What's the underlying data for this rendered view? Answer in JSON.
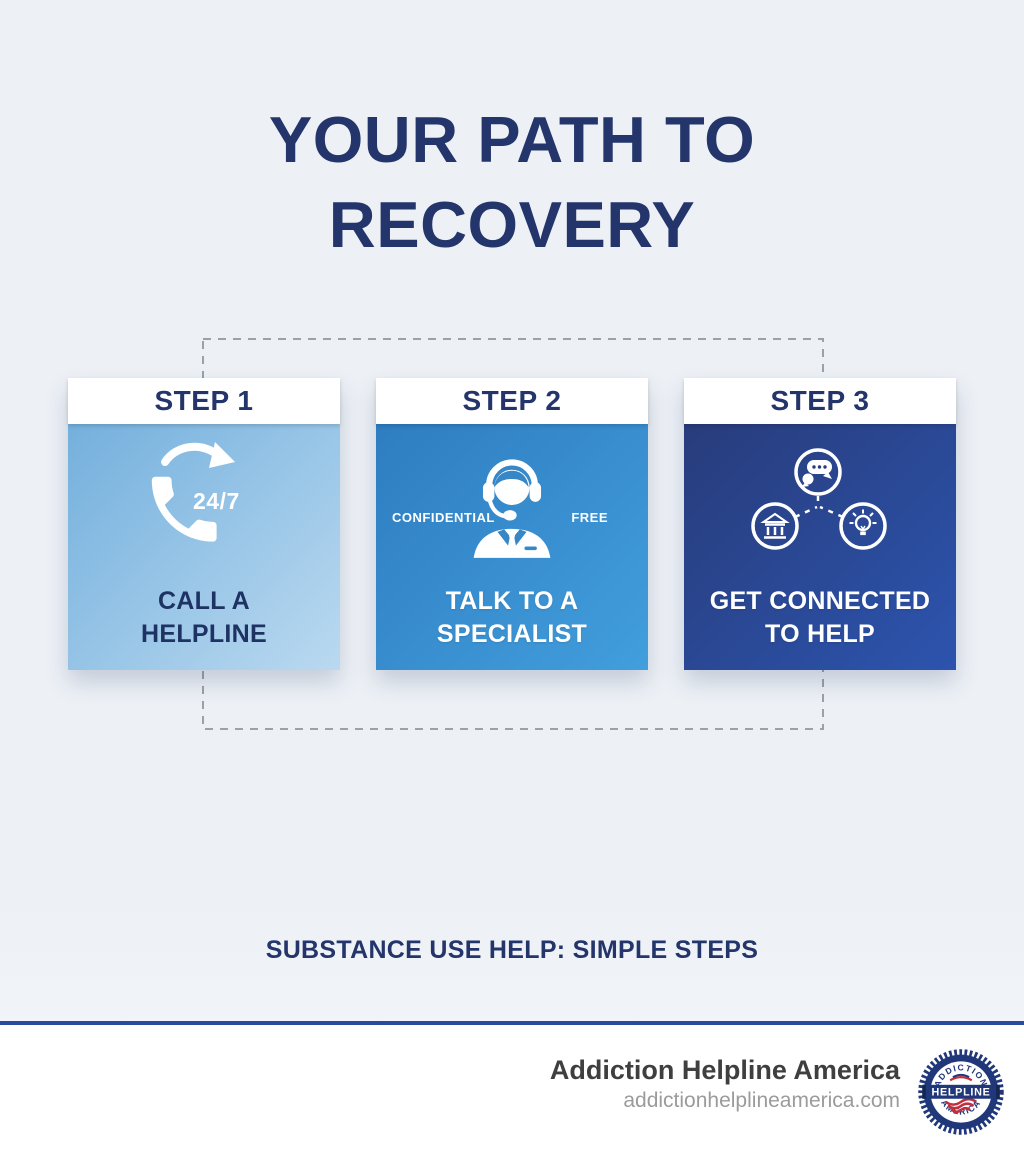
{
  "title": {
    "line1": "YOUR PATH TO",
    "line2": "RECOVERY"
  },
  "steps": [
    {
      "header": "STEP 1",
      "caption_line1": "CALL A",
      "caption_line2": "HELPLINE",
      "availability_badge": "24/7",
      "icon": "phone-with-circular-arrow-icon"
    },
    {
      "header": "STEP 2",
      "caption_line1": "TALK TO A",
      "caption_line2": "SPECIALIST",
      "tag_left": "CONFIDENTIAL",
      "tag_right": "FREE",
      "icon": "support-specialist-headset-icon"
    },
    {
      "header": "STEP 3",
      "caption_line1": "GET CONNECTED",
      "caption_line2": "TO HELP",
      "icon": "connected-resources-network-icon",
      "sub_icons": [
        "chat-bubbles-icon",
        "bank-building-icon",
        "lightbulb-icon"
      ]
    }
  ],
  "tagline": "SUBSTANCE USE HELP: SIMPLE STEPS",
  "footer": {
    "brand_name": "Addiction Helpline America",
    "website": "addictionhelplineamerica.com",
    "seal": {
      "arc_top": "ADDICTION",
      "band": "HELPLINE",
      "arc_bottom": "AMERICA"
    }
  },
  "colors": {
    "page_bg": "#edf1f6",
    "title_navy": "#24356b",
    "step1_caption": "#1e3263",
    "step1_gradient_start": "#74b0dd",
    "step1_gradient_end": "#bad9f0",
    "step2_gradient_start": "#2e7dc1",
    "step2_gradient_end": "#429edc",
    "step2_icon_detail": "#3787c6",
    "step3_gradient_start": "#283c7b",
    "step3_gradient_end": "#2c54ae",
    "card_header_bg": "#ffffff",
    "dashed_border": "#9aa1ab",
    "divider_blue": "#2a4a9b",
    "footer_bg": "#ffffff",
    "brand_text": "#3f3f3f",
    "website_text": "#9b9b9b",
    "seal_navy": "#20377a",
    "seal_red": "#c22f3e"
  }
}
